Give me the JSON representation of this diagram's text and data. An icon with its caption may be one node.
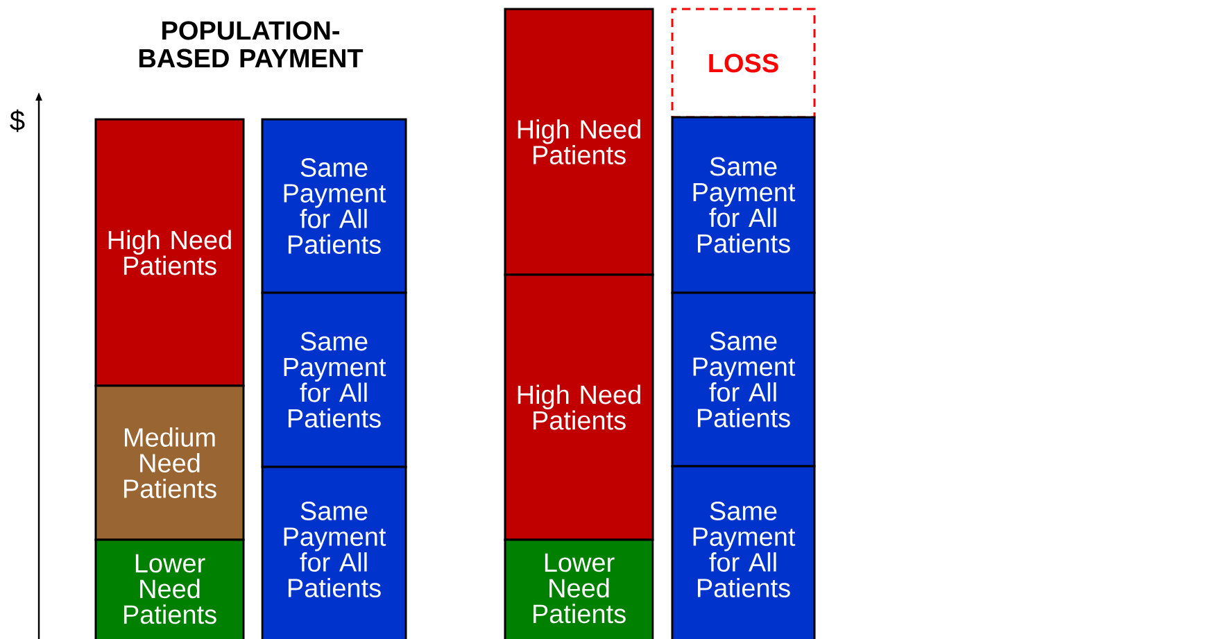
{
  "diagram": {
    "title": "POPULATION-BASED PAYMENT",
    "nodes": [
      {
        "text": [
          "High Need Patients"
        ]
      },
      {
        "text": [
          "Medium Need Patients"
        ]
      },
      {
        "text": [
          "Lower Need Patients"
        ]
      },
      {
        "text": [
          "Same Payment for All Patients"
        ]
      },
      {
        "text": [
          "Same Payment for All Patients"
        ]
      },
      {
        "text": [
          "Same Payment for All Patients"
        ]
      },
      {
        "text": [
          "High Need Patients"
        ]
      },
      {
        "text": [
          "High Need Patients"
        ]
      },
      {
        "text": [
          "Lower Need Patients"
        ]
      },
      {
        "text": [
          "LOSS"
        ]
      },
      {
        "text": [
          "Same Payment for All Patients"
        ]
      },
      {
        "text": [
          "Same Payment for All Patients"
        ]
      },
      {
        "text": [
          "Same Payment for All Patients"
        ]
      }
    ],
    "labels": [
      "$"
    ]
  }
}
